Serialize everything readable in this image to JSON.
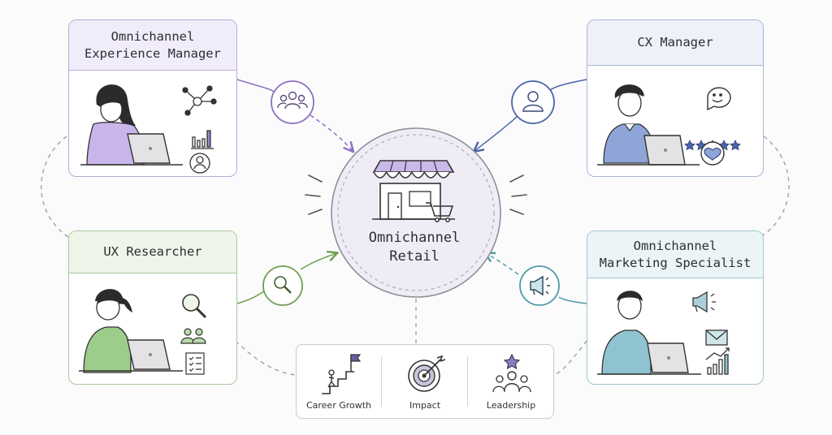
{
  "center": {
    "title_line1": "Omnichannel",
    "title_line2": "Retail"
  },
  "cards": {
    "omnichannel_experience_manager": {
      "title_line1": "Omnichannel",
      "title_line2": "Experience Manager"
    },
    "cx_manager": {
      "title": "CX Manager"
    },
    "ux_researcher": {
      "title": "UX Researcher"
    },
    "omnichannel_marketing_specialist": {
      "title_line1": "Omnichannel",
      "title_line2": "Marketing Specialist"
    }
  },
  "bottom": {
    "items": [
      {
        "label": "Career Growth",
        "icon": "career-growth-stairs-flag-icon"
      },
      {
        "label": "Impact",
        "icon": "target-arrow-icon"
      },
      {
        "label": "Leadership",
        "icon": "group-star-icon"
      }
    ]
  },
  "colors": {
    "purple": "#8e6fc4",
    "blue": "#4a64a8",
    "green": "#6f9f52",
    "teal": "#4f9aa8",
    "center_fill": "#efecf6",
    "awning_purple": "#c9b8ea"
  },
  "icons": {
    "connector_omnichannel_experience_manager": "team-group-icon",
    "connector_cx_manager": "user-icon",
    "connector_ux_researcher": "magnifier-icon",
    "connector_marketing_specialist": "megaphone-icon"
  }
}
